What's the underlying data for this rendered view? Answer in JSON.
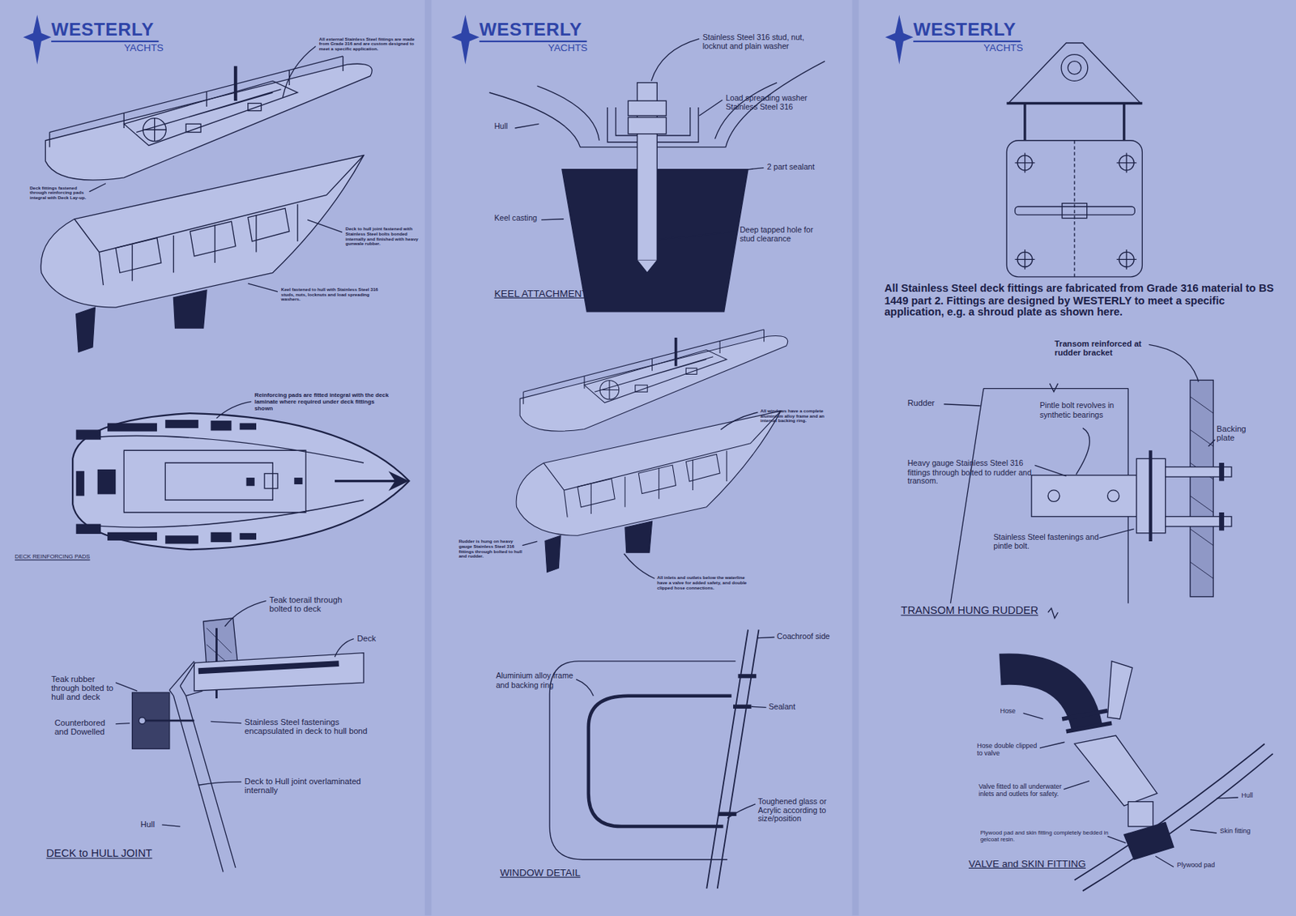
{
  "diagram": {
    "labels": [
      "WESTERLY",
      "YACHTS",
      "All external Stainless Steel fittings are made from Grade 316 and are custom designed to meet a specific application.",
      "Deck fittings fastened through reinforcing pads integral with Deck Lay-up.",
      "Deck to hull joint fastened with Stainless Steel bolts bonded internally and finished with heavy gunwale rubber.",
      "Keel fastened to hull with Stainless Steel 316 studs, nuts, locknuts and load spreading washers.",
      "Reinforcing pads are fitted integral with the deck laminate where required under deck fittings shown",
      "DECK REINFORCING PADS",
      "Teak toerail through bolted to deck",
      "Deck",
      "Teak rubber through bolted to hull and deck",
      "Counterbored and Dowelled",
      "Stainless Steel fastenings encapsulated in deck to hull bond",
      "Deck to Hull joint overlaminated internally",
      "Hull",
      "DECK to HULL JOINT",
      "WESTERLY",
      "YACHTS",
      "Stainless Steel 316 stud, nut, locknut and plain washer",
      "Hull",
      "Load spreading washer Stainless Steel 316",
      "2 part sealant",
      "Keel casting",
      "Deep tapped hole for stud clearance",
      "KEEL ATTACHMENT",
      "All windows have a complete aluminium alloy frame and an internal backing ring.",
      "Rudder is hung on heavy gauge Stainless Steel 316 fittings through bolted to hull and rudder.",
      "All inlets and outlets below the waterline have a valve for added safety, and double clipped hose connections.",
      "Aluminium alloy frame and backing ring",
      "Coachroof side",
      "Sealant",
      "Toughened glass or Acrylic according to size/position",
      "WINDOW DETAIL",
      "WESTERLY",
      "YACHTS",
      "All Stainless Steel deck fittings are fabricated from Grade 316 material to BS 1449 part 2. Fittings are designed by WESTERLY to meet a specific application, e.g. a shroud plate as shown here.",
      "Transom reinforced at rudder bracket",
      "Rudder",
      "Pintle bolt revolves in synthetic bearings",
      "Backing plate",
      "Heavy gauge Stainless Steel 316 fittings through bolted to rudder and transom.",
      "Stainless Steel fastenings and pintle bolt.",
      "TRANSOM HUNG RUDDER",
      "Hose",
      "Hose double clipped to valve",
      "Valve fitted to all underwater inlets and outlets for safety.",
      "Hull",
      "Skin fitting",
      "Plywood pad and skin fitting completely bedded in gelcoat resin.",
      "Plywood pad",
      "VALVE and SKIN FITTING"
    ]
  }
}
